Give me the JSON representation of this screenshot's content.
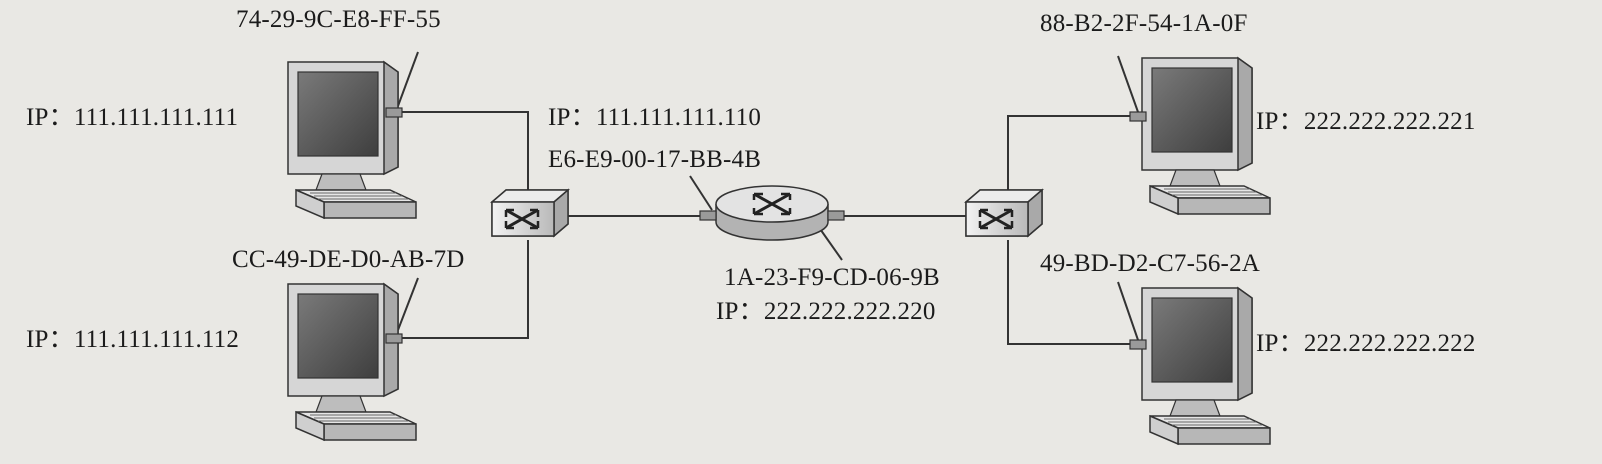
{
  "colors": {
    "background": "#e9e8e4",
    "line": "#333333",
    "device_fill": "#c9c9c9",
    "screen_fill": "#5a5a5a"
  },
  "hosts": {
    "host_1": {
      "mac": "74-29-9C-E8-FF-55",
      "ip": "IP：111.111.111.111"
    },
    "host_2": {
      "mac": "CC-49-DE-D0-AB-7D",
      "ip": "IP：111.111.111.112"
    },
    "host_3": {
      "mac": "88-B2-2F-54-1A-0F",
      "ip": "IP：222.222.222.221"
    },
    "host_4": {
      "mac": "49-BD-D2-C7-56-2A",
      "ip": "IP：222.222.222.222"
    }
  },
  "router": {
    "left_interface": {
      "ip": "IP：111.111.111.110",
      "mac": "E6-E9-00-17-BB-4B"
    },
    "right_interface": {
      "mac": "1A-23-F9-CD-06-9B",
      "ip": "IP：222.222.222.220"
    }
  },
  "icons": {
    "computer": "desktop-computer-icon",
    "switch": "switch-icon",
    "router": "router-icon"
  }
}
